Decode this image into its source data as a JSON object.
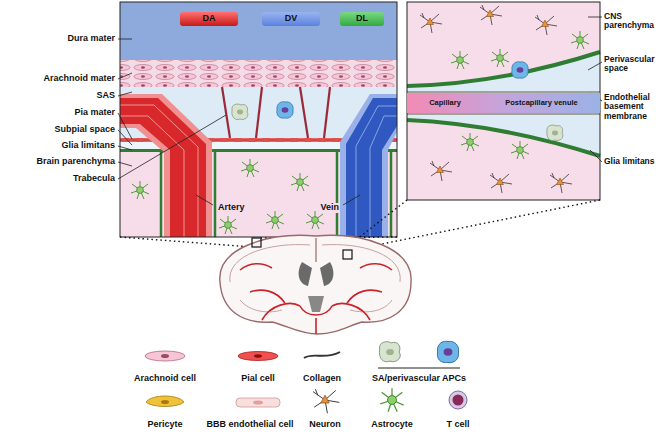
{
  "diagram": {
    "nodes": [
      {
        "text": [
          "DA"
        ]
      },
      {
        "text": [
          "DV"
        ]
      },
      {
        "text": [
          "DL"
        ]
      },
      {
        "text": [
          "Capillary",
          "Postcapillary venule"
        ]
      }
    ],
    "labels": [
      "Dura mater",
      "Arachnoid mater",
      "SAS",
      "Pia mater",
      "Subpial space",
      "Glia limitans",
      "Brain parenchyma",
      "Trabecula",
      "Artery",
      "Vein",
      "CNS parenchyma",
      "Perivascular space",
      "Endothelial basement membrane",
      "Glia limitans"
    ],
    "legend": [
      {
        "text": "Arachnoid cell"
      },
      {
        "text": "Pial cell"
      },
      {
        "text": "Collagen"
      },
      {
        "text": "SA/perivascular APCs"
      },
      {
        "text": "Pericyte"
      },
      {
        "text": "BBB endothelial cell"
      },
      {
        "text": "Neuron"
      },
      {
        "text": "Astrocyte"
      },
      {
        "text": "T cell"
      }
    ]
  }
}
